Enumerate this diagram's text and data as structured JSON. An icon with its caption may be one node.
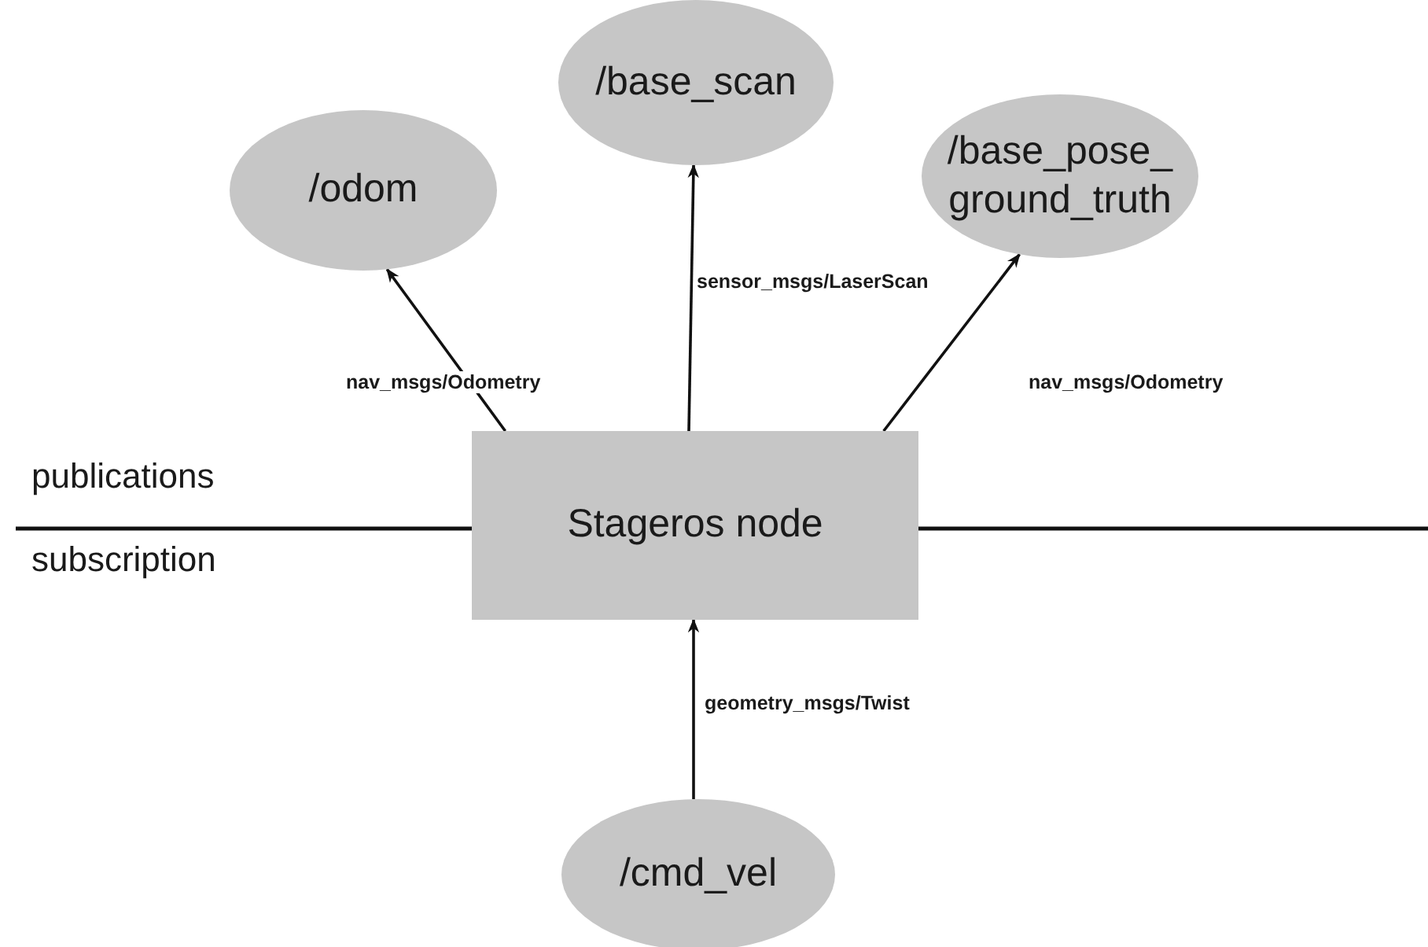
{
  "diagram": {
    "nodes": [
      {
        "text": [
          "/base_scan"
        ]
      },
      {
        "text": [
          "/odom"
        ]
      },
      {
        "text": [
          "/base_pose_ ground_truth"
        ]
      },
      {
        "text": [
          "Stageros node"
        ]
      },
      {
        "text": [
          "/cmd_vel"
        ]
      }
    ],
    "edges": [
      {
        "from": 3,
        "to": 1,
        "arrow": "to",
        "label": "nav_msgs/Odometry"
      },
      {
        "from": 3,
        "to": 0,
        "arrow": "to",
        "label": "sensor_msgs/LaserScan"
      },
      {
        "from": 3,
        "to": 2,
        "arrow": "to",
        "label": "nav_msgs/Odometry"
      },
      {
        "from": 4,
        "to": 3,
        "arrow": "to",
        "label": "geometry_msgs/Twist"
      }
    ],
    "labels": [
      "publications",
      "subscription"
    ]
  }
}
